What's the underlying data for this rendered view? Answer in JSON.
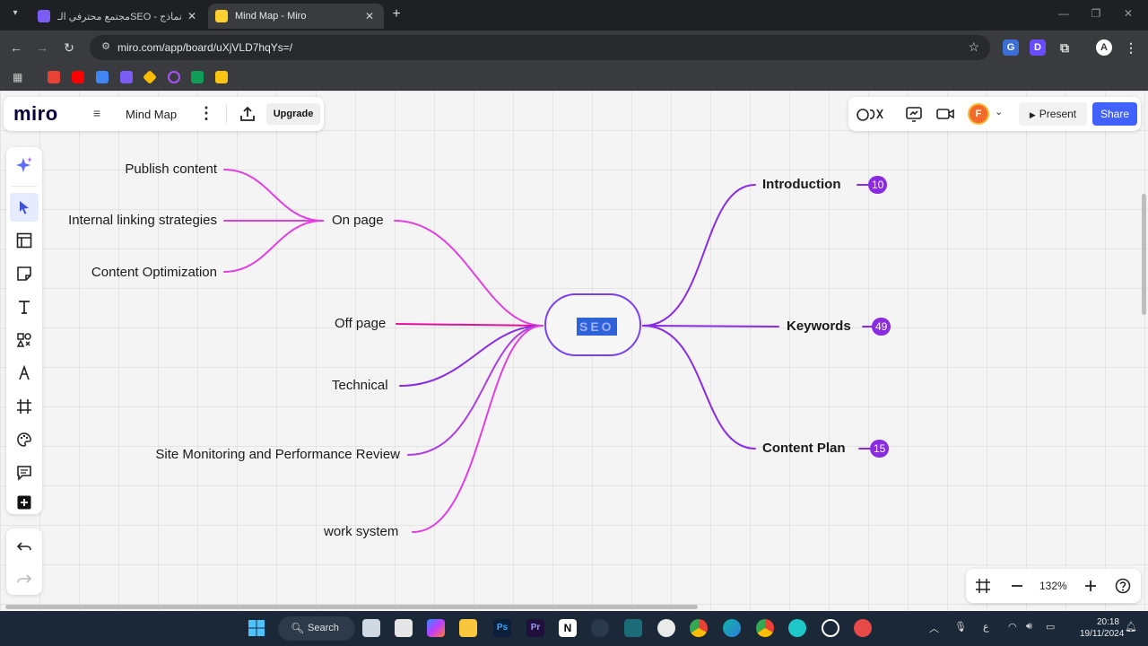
{
  "browser": {
    "tabs": [
      {
        "title": "مجتمع محترفي الـSEO - نماذج gle",
        "active": false
      },
      {
        "title": "Mind Map - Miro",
        "active": true
      }
    ],
    "url": "miro.com/app/board/uXjVLD7hqYs=/"
  },
  "miro": {
    "logo": "miro",
    "board_name": "Mind Map",
    "upgrade_label": "Upgrade",
    "present_label": "Present",
    "share_label": "Share",
    "avatar_initial": "F",
    "zoom_level": "132%"
  },
  "mindmap": {
    "root": "SEO",
    "left_branches": [
      {
        "label": "On page",
        "children": [
          "Publish content",
          "Internal linking strategies",
          "Content Optimization"
        ]
      },
      {
        "label": "Off page",
        "children": []
      },
      {
        "label": "Technical",
        "children": []
      },
      {
        "label": "Site Monitoring and Performance Review",
        "children": []
      },
      {
        "label": "work system",
        "children": []
      }
    ],
    "right_branches": [
      {
        "label": "Introduction",
        "count": "10"
      },
      {
        "label": "Keywords",
        "count": "49"
      },
      {
        "label": "Content Plan",
        "count": "15"
      }
    ]
  },
  "colors": {
    "branch_magenta": "#e040e0",
    "branch_purple": "#8a2be2",
    "accent_blue": "#4262ff"
  },
  "taskbar": {
    "search_label": "Search",
    "time": "20:18",
    "date": "19/11/2024",
    "language": "ع"
  }
}
